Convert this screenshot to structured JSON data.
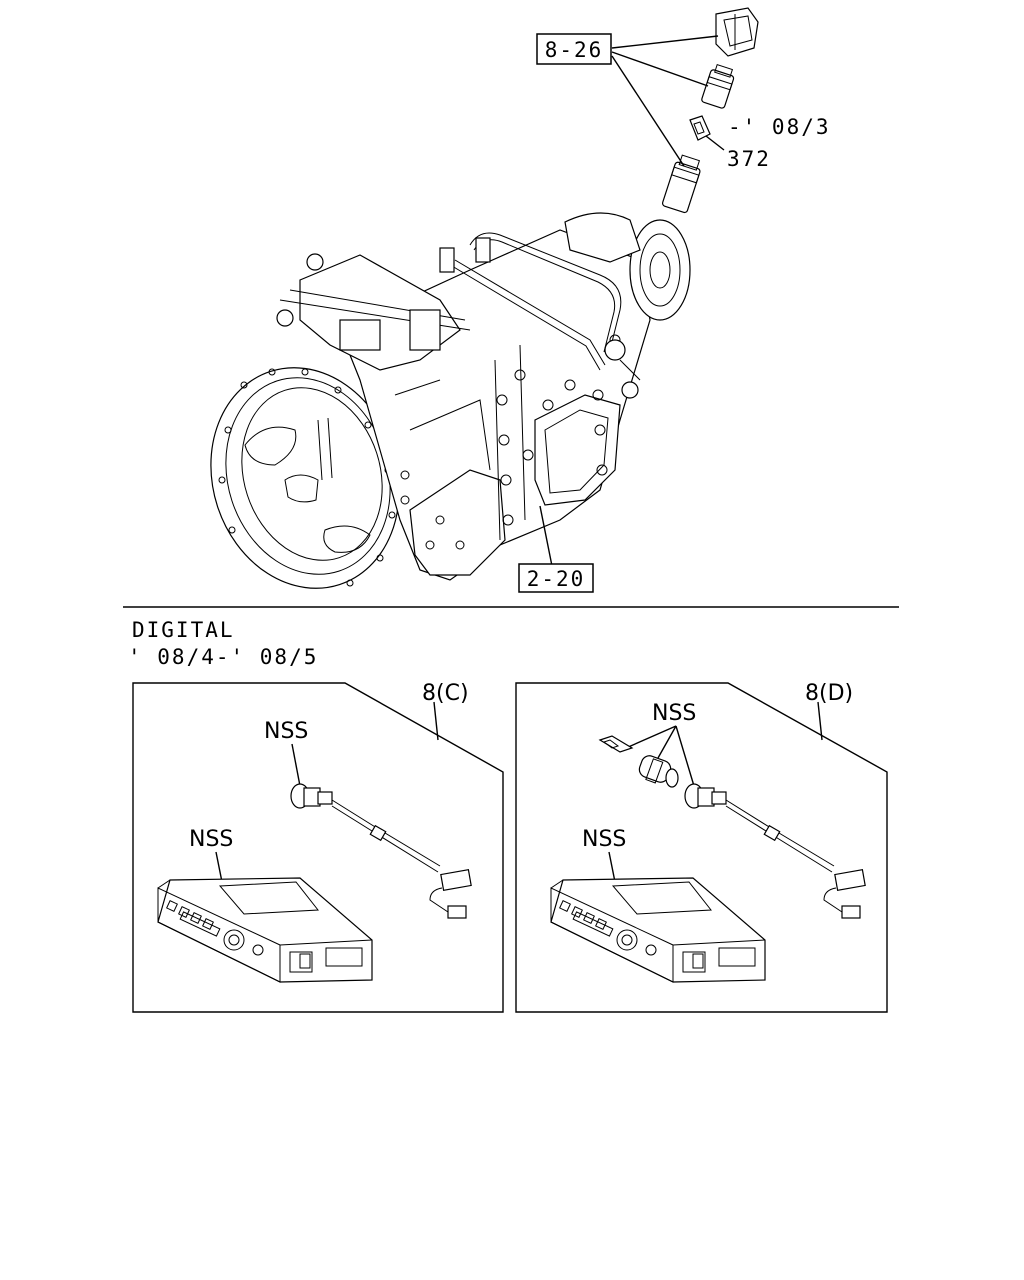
{
  "top_section": {
    "ref_8_26": "8-26",
    "ref_372": "372",
    "note_date": "-' 08/3",
    "ref_2_20": "2-20"
  },
  "bottom_section": {
    "heading": "DIGITAL",
    "date_range": "' 08/4-' 08/5",
    "panel_c": {
      "ref": "8(C)",
      "label_sensor": "NSS",
      "label_unit": "NSS"
    },
    "panel_d": {
      "ref": "8(D)",
      "label_sensor": "NSS",
      "label_unit": "NSS"
    }
  }
}
